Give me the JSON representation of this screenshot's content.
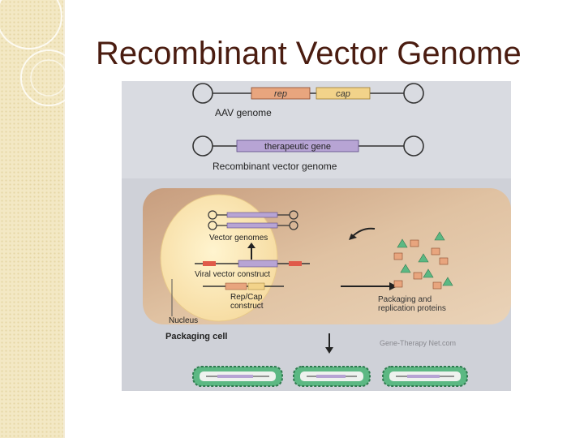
{
  "slide": {
    "title": "Recombinant Vector Genome"
  },
  "diagram": {
    "aav_genome": {
      "rep": "rep",
      "cap": "cap",
      "label": "AAV genome"
    },
    "recombinant": {
      "gene": "therapeutic gene",
      "label": "Recombinant vector genome"
    },
    "cell": {
      "vector_genomes": "Vector genomes",
      "viral_vector_construct": "Viral vector construct",
      "rep_cap_line1": "Rep/Cap",
      "rep_cap_line2": "construct",
      "nucleus": "Nucleus",
      "packaging_cell": "Packaging cell",
      "proteins_line1": "Packaging and",
      "proteins_line2": "replication proteins"
    },
    "watermark": "Gene-Therapy Net.com"
  },
  "colors": {
    "title": "#4a1c10",
    "sidebar": "#f3e8c4",
    "rep_box": "#e8a57e",
    "cap_box": "#f2d38a",
    "gene_box": "#b7a4d4",
    "cell_bg": "#d7b493",
    "nucleus": "#fbe6b0",
    "capsid": "#3d9b5f"
  }
}
